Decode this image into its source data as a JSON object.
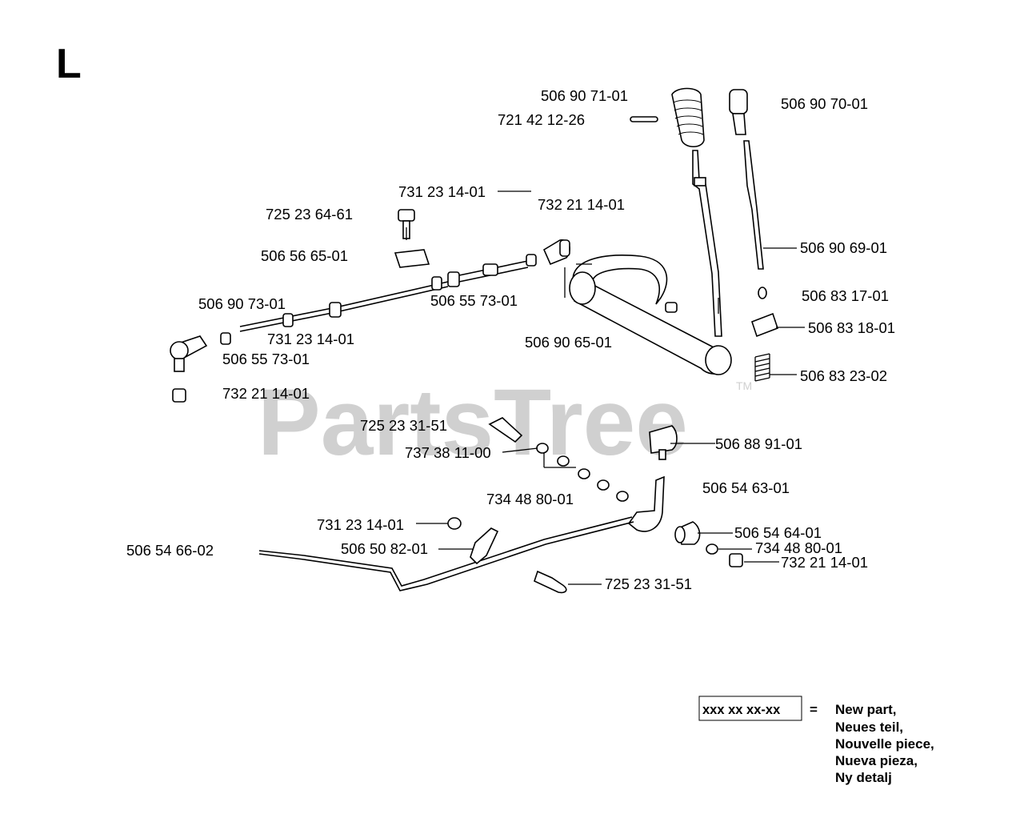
{
  "section_letter": "L",
  "watermark": {
    "text": "PartsTree",
    "mark": "TM"
  },
  "labels": {
    "p506907101": "506 90 71-01",
    "p721421226": "721 42 12-26",
    "p506907001": "506 90 70-01",
    "p731231401_top": "731 23 14-01",
    "p732211401_top": "732 21 14-01",
    "p725236461": "725 23 64-61",
    "p506566501": "506 56 65-01",
    "p506906901": "506 90 69-01",
    "p506907301": "506 90 73-01",
    "p506557301_mid": "506 55 73-01",
    "p506831701": "506 83 17-01",
    "p731231401_mid": "731 23 14-01",
    "p506831801": "506 83 18-01",
    "p506906501": "506 90 65-01",
    "p506557301_left": "506 55 73-01",
    "p506832302": "506 83 23-02",
    "p732211401_left": "732 21 14-01",
    "p725233151_top": "725 23 31-51",
    "p506889101": "506 88 91-01",
    "p737381100": "737 38 11-00",
    "p506546301": "506 54 63-01",
    "p734488001_mid": "734 48 80-01",
    "p731231401_low": "731 23 14-01",
    "p506546401": "506 54 64-01",
    "p506546602": "506 54 66-02",
    "p734488001_right": "734 48 80-01",
    "p506508201": "506 50 82-01",
    "p732211401_right": "732 21 14-01",
    "p725233151_low": "725 23 31-51"
  },
  "legend": {
    "code": "xxx xx xx-xx",
    "equals": "=",
    "lines": [
      "New part,",
      "Neues teil,",
      "Nouvelle piece,",
      "Nueva pieza,",
      "Ny detalj"
    ]
  }
}
